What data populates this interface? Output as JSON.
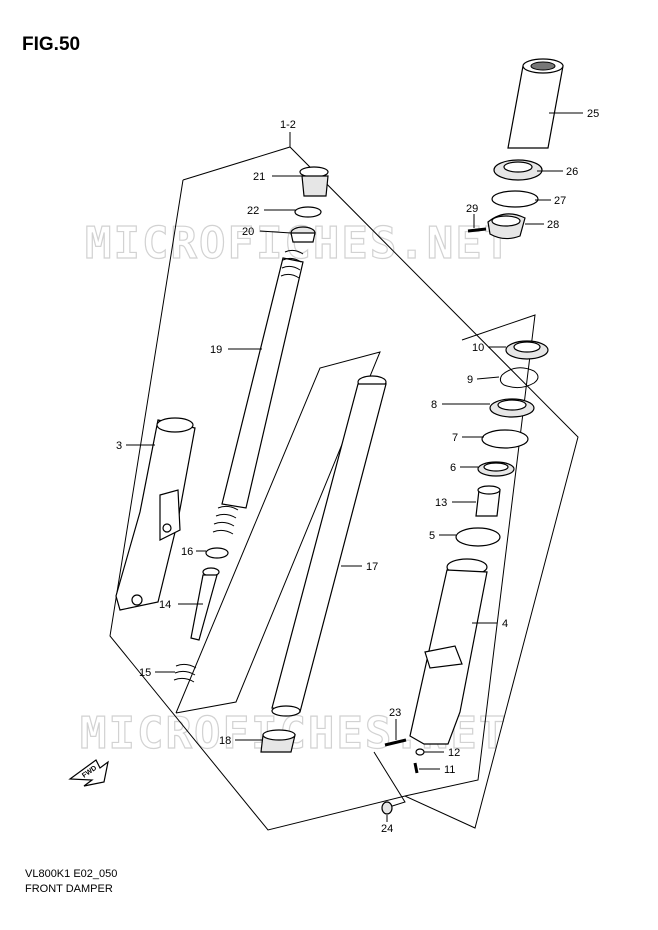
{
  "figure": {
    "title": "FIG.50",
    "model_code": "VL800K1 E02_050",
    "name": "FRONT DAMPER",
    "assembly_label": "1-2",
    "fwd_label": "FWD"
  },
  "watermark": {
    "text": "MICROFICHES.NET"
  },
  "parts": [
    {
      "number": "3"
    },
    {
      "number": "4"
    },
    {
      "number": "5"
    },
    {
      "number": "6"
    },
    {
      "number": "7"
    },
    {
      "number": "8"
    },
    {
      "number": "9"
    },
    {
      "number": "10"
    },
    {
      "number": "11"
    },
    {
      "number": "12"
    },
    {
      "number": "13"
    },
    {
      "number": "14"
    },
    {
      "number": "15"
    },
    {
      "number": "16"
    },
    {
      "number": "17"
    },
    {
      "number": "18"
    },
    {
      "number": "19"
    },
    {
      "number": "20"
    },
    {
      "number": "21"
    },
    {
      "number": "22"
    },
    {
      "number": "23"
    },
    {
      "number": "24"
    },
    {
      "number": "25"
    },
    {
      "number": "26"
    },
    {
      "number": "27"
    },
    {
      "number": "28"
    },
    {
      "number": "29"
    }
  ]
}
